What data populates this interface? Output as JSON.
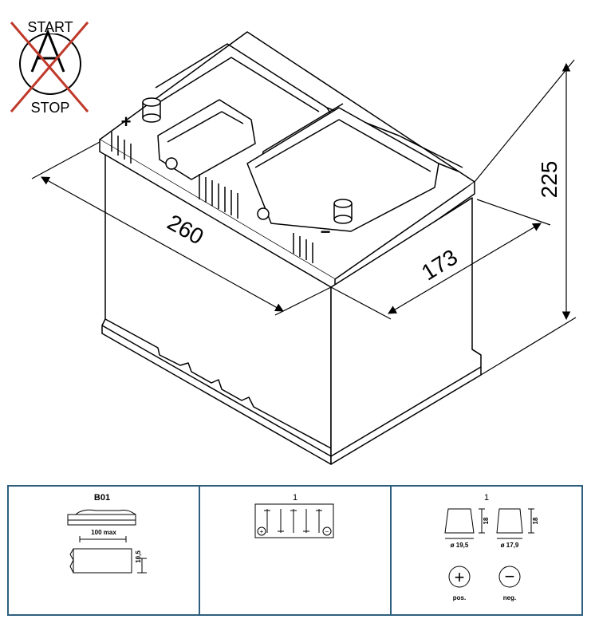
{
  "badge": {
    "top_text": "START",
    "letter": "A",
    "bottom_text": "STOP",
    "cross_color": "#c0392b"
  },
  "dimensions": {
    "length": "260",
    "width": "173",
    "height": "225"
  },
  "terminal_marks": {
    "positive": "+",
    "negative": "−"
  },
  "spec_table": {
    "border_color": "#2e5f7f",
    "hold_down": {
      "code": "B01",
      "ledge_label": "100 max",
      "height_label": "10,5"
    },
    "layout": {
      "code": "1",
      "pos_symbol": "+",
      "neg_symbol": "−"
    },
    "terminals": {
      "code": "1",
      "pos_diameter": "ø 19,5",
      "neg_diameter": "ø 17,9",
      "pos_height": "18",
      "neg_height": "18",
      "pos_label": "pos.",
      "neg_label": "neg.",
      "pos_symbol": "+",
      "neg_symbol": "−"
    }
  }
}
